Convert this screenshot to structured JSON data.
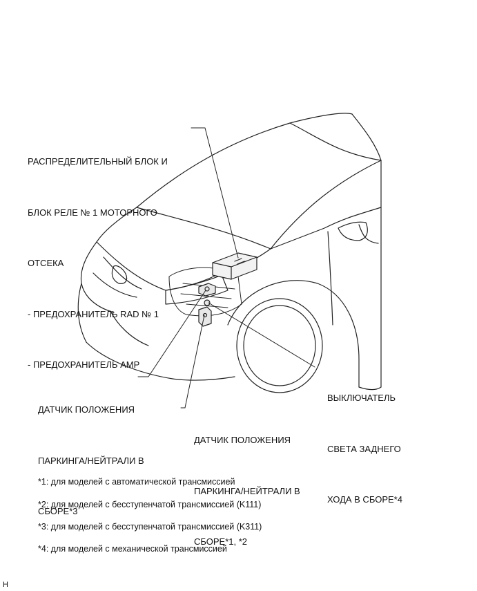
{
  "labels": {
    "distribution_block": [
      "РАСПРЕДЕЛИТЕЛЬНЫЙ БЛОК И",
      "БЛОК РЕЛЕ № 1 МОТОРНОГО",
      "ОТСЕКА",
      "- ПРЕДОХРАНИТЕЛЬ RAD № 1",
      "- ПРЕДОХРАНИТЕЛЬ AMP"
    ],
    "park_neutral_sensor_3": [
      "ДАТЧИК ПОЛОЖЕНИЯ",
      "ПАРКИНГА/НЕЙТРАЛИ В",
      "СБОРЕ*3"
    ],
    "park_neutral_sensor_1_2": [
      "ДАТЧИК ПОЛОЖЕНИЯ",
      "ПАРКИНГА/НЕЙТРАЛИ В",
      "СБОРЕ*1, *2"
    ],
    "backup_light_switch": [
      "ВЫКЛЮЧАТЕЛЬ",
      "СВЕТА ЗАДНЕГО",
      "ХОДА В СБОРЕ*4"
    ]
  },
  "footnotes": [
    "*1: для моделей с автоматической трансмиссией",
    "*2: для моделей с бесступенчатой трансмиссией (K111)",
    "*3: для моделей с бесступенчатой трансмиссией (K311)",
    "*4: для моделей с механической трансмиссией"
  ],
  "corner_mark": "H",
  "icons": {
    "car": "car-outline-illustration",
    "block": "relay-block-illustration",
    "sensor": "sensor-illustration"
  }
}
